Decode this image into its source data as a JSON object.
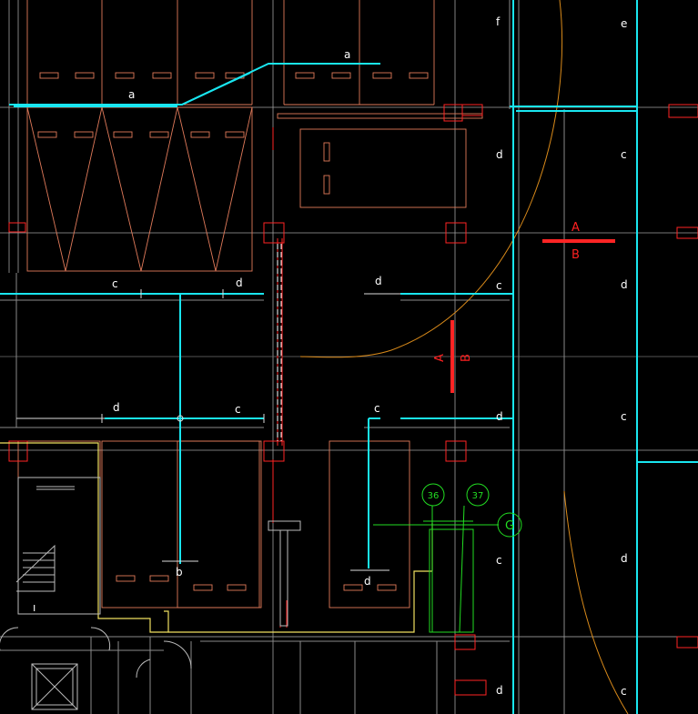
{
  "drawing": {
    "pipe_labels": {
      "a1": "a",
      "a2": "a",
      "b1": "b",
      "c1": "c",
      "c2": "c",
      "c3": "c",
      "c4": "c",
      "c5": "c",
      "c6": "c",
      "c7": "c",
      "c8": "c",
      "d1": "d",
      "d2": "d",
      "d3": "d",
      "d4": "d",
      "d5": "d",
      "d6": "d",
      "d7": "d",
      "d8": "d",
      "d9": "d",
      "e1": "e",
      "f1": "f",
      "i1": "ı"
    },
    "section_marks": {
      "a_h": "A",
      "b_h": "B",
      "a_v": "A",
      "b_v": "B"
    },
    "callouts": {
      "c36": "36",
      "c37": "37",
      "cg": "G"
    },
    "colors": {
      "background": "#000000",
      "cyan_pipe": "#19e6f0",
      "grid_line": "#a8a8a8",
      "wall_red": "#ff2424",
      "furniture_salmon": "#f08a6a",
      "arc_orange": "#d98a1a",
      "callout_green": "#22dd22",
      "yellow_line": "#f0e060"
    }
  }
}
